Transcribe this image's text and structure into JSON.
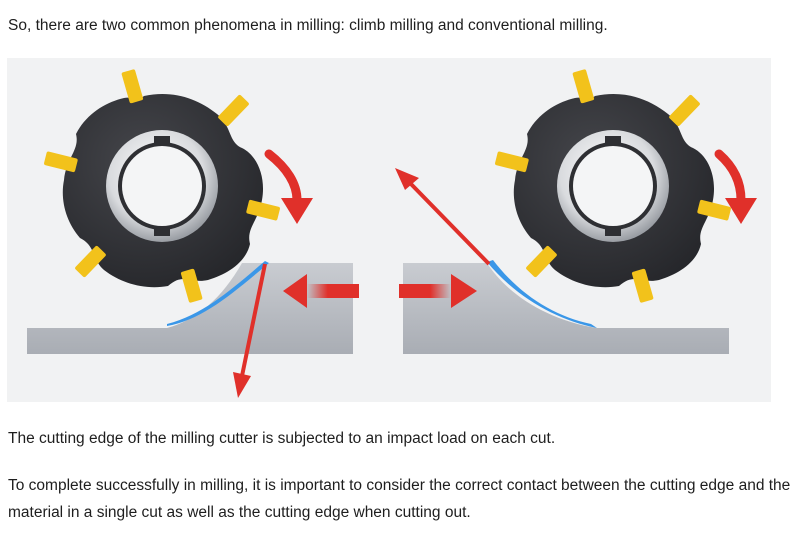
{
  "article": {
    "intro": "So, there are two common phenomena in milling: climb milling and conventional milling.",
    "impact_text": "The cutting edge of the milling cutter is subjected to an impact load on each cut.",
    "contact_text": "To complete successfully in milling, it is important to consider the correct contact between the cutting edge and the material in a single cut as well as the cutting edge when cutting out."
  },
  "figure": {
    "colors": {
      "background": "#f1f2f3",
      "cutter_body": "#2e2f33",
      "insert": "#f2c21b",
      "workpiece": "#b7bac0",
      "chip": "#3a97e8",
      "force_arrow": "#e0302a"
    },
    "icons": [
      "milling-cutter-icon",
      "force-arrow-icon",
      "feed-arrow-icon"
    ]
  }
}
